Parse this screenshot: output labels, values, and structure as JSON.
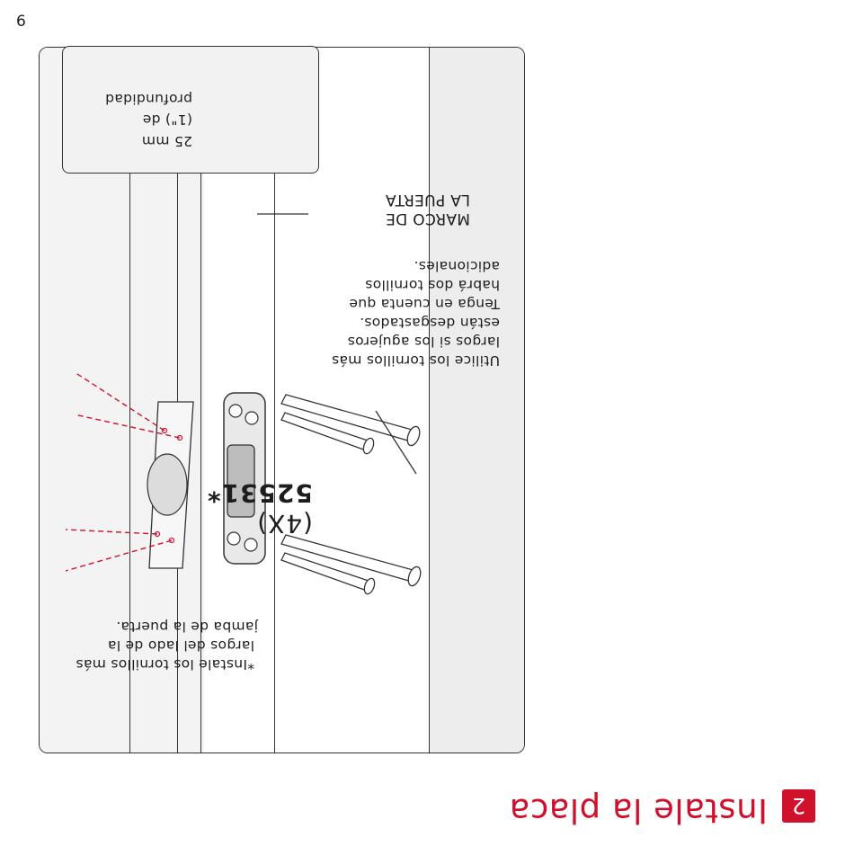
{
  "page_number": "6",
  "step": {
    "number": "2",
    "title": "Instale la placa"
  },
  "callout": {
    "line1": "25 mm",
    "line2": "(1\") de",
    "line3": "profundidad"
  },
  "frame_label": {
    "line1": "MARCO DE",
    "line2": "LA PUERTA"
  },
  "note_screws": {
    "line1": "Utilice los tornillos más",
    "line2": "largos si los agujeros",
    "line3": "están desgastados.",
    "line4": "Tenga en cuenta que",
    "line5": "habrá dos tornillos",
    "line6": "adicionales."
  },
  "part": {
    "code": "52531*",
    "qty": "(4X)"
  },
  "note_install": {
    "line1": "*Instale los tornillos más",
    "line2": "largos del lado de la",
    "line3": "jamba de la puerta."
  },
  "colors": {
    "accent": "#d0112b",
    "line": "#333333",
    "fill": "#ededed"
  }
}
